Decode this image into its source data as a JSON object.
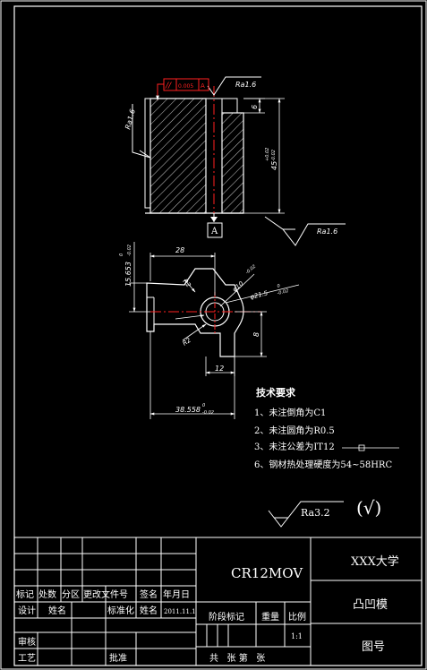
{
  "colors": {
    "background": "#000000",
    "line": "#ffffff",
    "centerline": "#ff2020",
    "accent": "#ff2020"
  },
  "front_view": {
    "roughness_top": "Ra1.6",
    "roughness_left": "Ra1.6",
    "roughness_bottom": "Ra1.6",
    "parallelism_symbol": "//",
    "parallelism_tol": "0.005",
    "datum_ref": "A",
    "datum_label": "A",
    "dim_step": "6",
    "dim_height": "45",
    "dim_height_tol_upper": "+0.02",
    "dim_height_tol_lower": "-0.02"
  },
  "top_view": {
    "dim_28": "28",
    "dim_15653": "15.653",
    "dim_15653_tol_upper": "0",
    "dim_15653_tol_lower": "-0.02",
    "dim_r2_upper": "R2",
    "dim_r2_lower": "R2",
    "dim_bore_small": "φ10",
    "dim_bore_small_tol": "-0.02",
    "dim_bore_large": "φ21.5",
    "dim_bore_large_tol_upper": "0",
    "dim_bore_large_tol_lower": "-0.02",
    "dim_8": "8",
    "dim_12": "12",
    "dim_38558": "38.558",
    "dim_38558_tol_upper": "0",
    "dim_38558_tol_lower": "-0.02"
  },
  "notes": {
    "title": "技术要求",
    "items": [
      "1、未注倒角为C1",
      "2、未注圆角为R0.5",
      "3、未注公差为IT12",
      "6、钢材热处理硬度为54~58HRC"
    ]
  },
  "general_roughness": {
    "value": "Ra3.2",
    "mark": "(√)"
  },
  "title_block": {
    "material": "CR12MOV",
    "school": "XXX大学",
    "part_name": "凸凹模",
    "drawing_no_label": "图号",
    "row_marks": [
      "标记",
      "处数",
      "分区",
      "更改文件号",
      "签名",
      "年月日"
    ],
    "designer_label": "设计",
    "designer_name": "姓名",
    "std_label": "标准化",
    "std_name": "姓名",
    "design_date": "2011.11.1",
    "stage_label": "阶段标记",
    "weight_label": "重量",
    "scale_label": "比例",
    "scale_value": "1:1",
    "review_label": "审核",
    "process_label": "工艺",
    "approve_label": "批准",
    "sheet_text": "共   张 第   张"
  }
}
